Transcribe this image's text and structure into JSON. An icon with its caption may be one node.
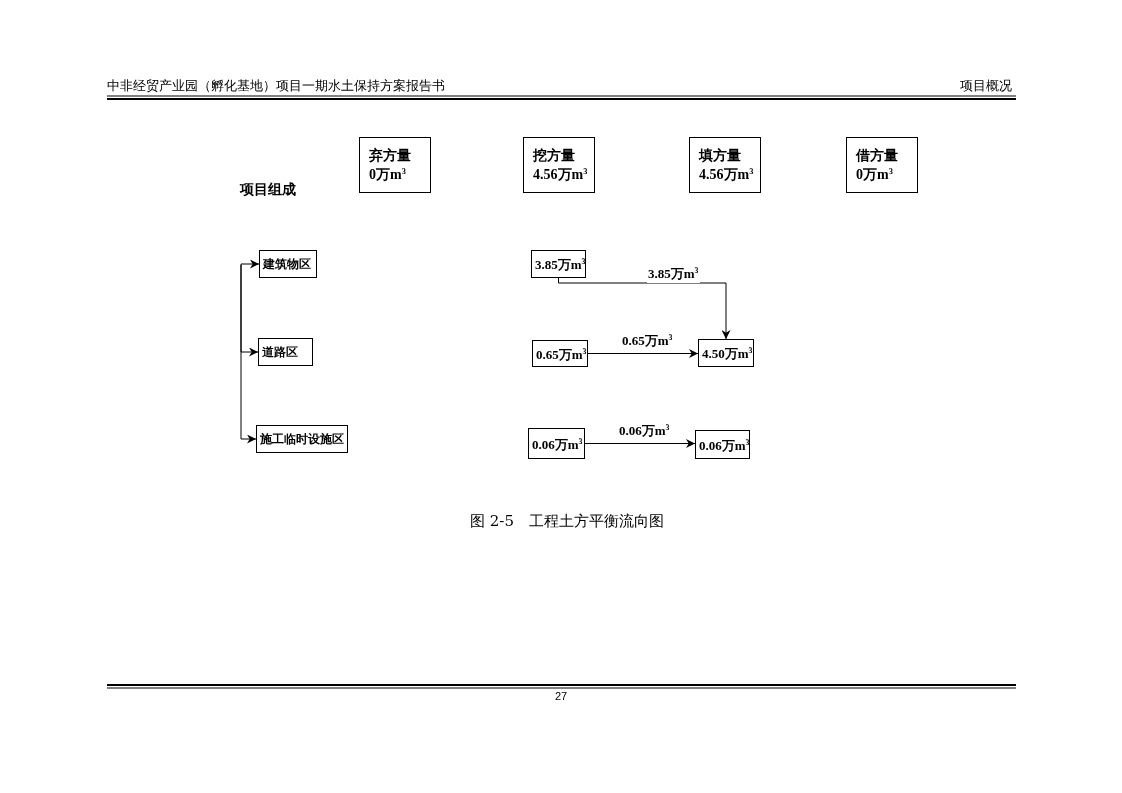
{
  "diagram": {
    "caption": "图 2-5　工程土方平衡流向图",
    "nodes": [
      {
        "text": [
          "弃方量",
          "0万m$^{3}$"
        ]
      },
      {
        "text": [
          "挖方量",
          "4.56万m$^{3}$"
        ]
      },
      {
        "text": [
          "填方量",
          "4.56万m$^{3}$"
        ]
      },
      {
        "text": [
          "借方量",
          "0万m$^{3}$"
        ]
      },
      {
        "text": [
          "建筑物区"
        ]
      },
      {
        "text": [
          "道路区"
        ]
      },
      {
        "text": [
          "施工临时设施区"
        ]
      },
      {
        "text": [
          "3.85万m$^{3}$"
        ]
      },
      {
        "text": [
          "0.65万m$^{3}$"
        ]
      },
      {
        "text": [
          "4.50万m$^{3}$"
        ]
      },
      {
        "text": [
          "0.06万m$^{3}$"
        ]
      },
      {
        "text": [
          "0.06万m$^{3}$"
        ]
      }
    ],
    "edges": [
      {
        "from": 7,
        "to": 9,
        "arrow": "to",
        "label": "3.85万m$^{3}$"
      },
      {
        "from": 8,
        "to": 9,
        "arrow": "to",
        "label": "0.65万m$^{3}$"
      },
      {
        "from": 10,
        "to": 11,
        "arrow": "to",
        "label": "0.06万m$^{3}$"
      },
      {
        "from": null,
        "to": 4,
        "arrow": "to"
      },
      {
        "from": null,
        "to": 5,
        "arrow": "to"
      },
      {
        "from": null,
        "to": 6,
        "arrow": "to"
      }
    ],
    "labels": [
      "中非经贸产业园（孵化基地）项目一期水土保持方案报告书",
      "项目概况",
      "项目组成",
      "27"
    ]
  }
}
